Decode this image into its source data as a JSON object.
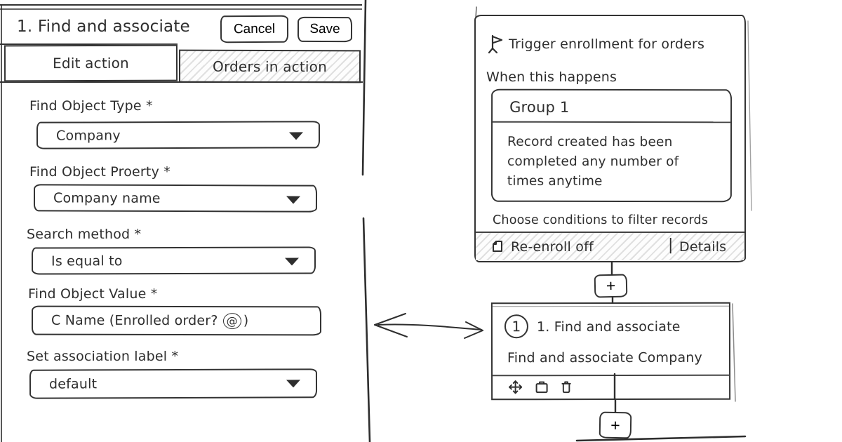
{
  "colors": {
    "ink": "#2e2e2e",
    "paper": "#ffffff"
  },
  "editor": {
    "title": "1. Find and associate",
    "buttons": {
      "cancel": "Cancel",
      "save": "Save"
    },
    "tabs": {
      "edit": "Edit action",
      "orders": "Orders in action"
    },
    "fields": {
      "object_type": {
        "label": "Find Object Type *",
        "value": "Company"
      },
      "object_property": {
        "label": "Find Object Proerty *",
        "value": "Company name"
      },
      "search_method": {
        "label": "Search method *",
        "value": "Is equal to"
      },
      "object_value": {
        "label": "Find Object Value *",
        "value_text": "C Name (Enrolled order?",
        "value_token": "@",
        "value_close": ")"
      },
      "association_label": {
        "label": "Set association label *",
        "value": "default"
      }
    }
  },
  "workflow": {
    "trigger": {
      "title": "Trigger enrollment for orders",
      "subtitle": "When this happens",
      "group": {
        "title": "Group 1",
        "description": "Record created has been completed any number of times anytime"
      },
      "conditions_hint": "Choose conditions to filter records",
      "reenroll": "Re-enroll off",
      "details_divider": "|",
      "details": "Details"
    },
    "add_step": "+",
    "action": {
      "step_number": "1",
      "title": "1. Find and associate",
      "subtitle": "Find and associate Company"
    }
  },
  "icons": {
    "flag": "flag-icon",
    "reenroll_checkbox": "checkbox-icon",
    "move": "move-icon",
    "copy": "copy-icon",
    "delete": "trash-icon",
    "dropdown": "chevron-down-icon"
  }
}
